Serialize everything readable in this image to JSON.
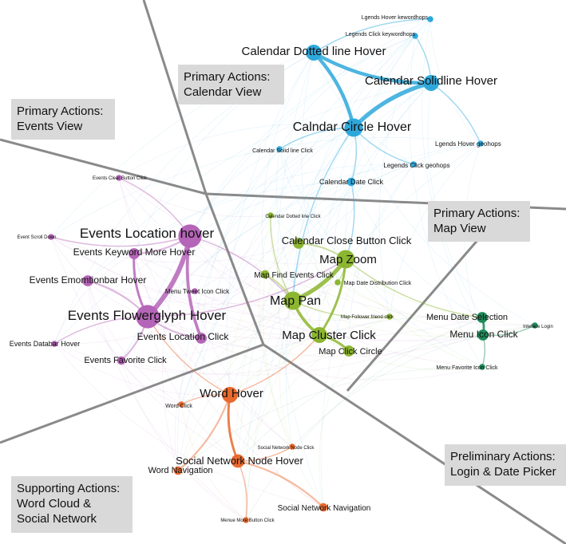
{
  "groups": {
    "calendar": {
      "label_lines": [
        "Primary Actions:",
        "Calendar View"
      ],
      "color": "#2ea8db"
    },
    "events": {
      "label_lines": [
        "Primary Actions:",
        "Events View"
      ],
      "color": "#b565b8"
    },
    "map": {
      "label_lines": [
        "Primary Actions:",
        "Map View"
      ],
      "color": "#8cb630"
    },
    "supporting": {
      "label_lines": [
        "Supporting Actions:",
        "Word Cloud &",
        "Social Network"
      ],
      "color": "#e8692e"
    },
    "preliminary": {
      "label_lines": [
        "Preliminary Actions:",
        "Login & Date Picker"
      ],
      "color": "#1f8a5a"
    }
  },
  "nodes": [
    {
      "id": "legends_hover_keywordhops",
      "label": "Lgends Hover kewordhops",
      "group": "calendar",
      "weight": 1
    },
    {
      "id": "legends_click_keywordhops",
      "label": "Legends Click keywordhops",
      "group": "calendar",
      "weight": 1
    },
    {
      "id": "calendar_dotted_hover",
      "label": "Calendar Dotted line Hover",
      "group": "calendar",
      "weight": 5
    },
    {
      "id": "calendar_solid_hover",
      "label": "Calendar Solidline Hover",
      "group": "calendar",
      "weight": 5
    },
    {
      "id": "calendar_circle_hover",
      "label": "Calndar Circle Hover",
      "group": "calendar",
      "weight": 6
    },
    {
      "id": "legends_hover_geohops",
      "label": "Lgends Hover geohops",
      "group": "calendar",
      "weight": 1
    },
    {
      "id": "calendar_solid_click",
      "label": "Calendar Solid line Click",
      "group": "calendar",
      "weight": 1
    },
    {
      "id": "legends_click_geohops",
      "label": "Legends Click geohops",
      "group": "calendar",
      "weight": 1
    },
    {
      "id": "calendar_date_click",
      "label": "Calendar Date Click",
      "group": "calendar",
      "weight": 2
    },
    {
      "id": "events_clear_button",
      "label": "Events Clear Button Click",
      "group": "events",
      "weight": 1
    },
    {
      "id": "events_scroll_down",
      "label": "Event Scroll Down",
      "group": "events",
      "weight": 1
    },
    {
      "id": "events_location_hover",
      "label": "Events Location hover",
      "group": "events",
      "weight": 8
    },
    {
      "id": "events_keyword_more",
      "label": "Events Keyword More Hover",
      "group": "events",
      "weight": 3
    },
    {
      "id": "events_emotionbar",
      "label": "Events Emomtionbar Hover",
      "group": "events",
      "weight": 3
    },
    {
      "id": "menu_tweet_icon",
      "label": "Menu Tweet Icon Click",
      "group": "events",
      "weight": 1
    },
    {
      "id": "events_flowerglyph",
      "label": "Events Flowerglyph Hover",
      "group": "events",
      "weight": 8
    },
    {
      "id": "events_location_click",
      "label": "Events Location Click",
      "group": "events",
      "weight": 3
    },
    {
      "id": "events_databar",
      "label": "Events Databar Hover",
      "group": "events",
      "weight": 1
    },
    {
      "id": "events_favorite",
      "label": "Events Favorite Click",
      "group": "events",
      "weight": 2
    },
    {
      "id": "calendar_dotted_click",
      "label": "Calendar Dotted line Click",
      "group": "map",
      "weight": 1
    },
    {
      "id": "calendar_close_button",
      "label": "Calendar Close Button Click",
      "group": "map",
      "weight": 3
    },
    {
      "id": "map_zoom",
      "label": "Map Zoom",
      "group": "map",
      "weight": 6
    },
    {
      "id": "map_find_events",
      "label": "Map Find Events Click",
      "group": "map",
      "weight": 2
    },
    {
      "id": "map_date_distribution",
      "label": "Map Date Distribution Click",
      "group": "map",
      "weight": 1
    },
    {
      "id": "map_pan",
      "label": "Map Pan",
      "group": "map",
      "weight": 6
    },
    {
      "id": "map_follower_friend",
      "label": "Map Follower friend click",
      "group": "map",
      "weight": 1
    },
    {
      "id": "map_cluster_click",
      "label": "Map Cluster Click",
      "group": "map",
      "weight": 5
    },
    {
      "id": "map_click_circle",
      "label": "Map Click Circle",
      "group": "map",
      "weight": 3
    },
    {
      "id": "menu_date_selection",
      "label": "Menu Date Selection",
      "group": "preliminary",
      "weight": 3
    },
    {
      "id": "interface_login",
      "label": "Inteface Login",
      "group": "preliminary",
      "weight": 1
    },
    {
      "id": "menu_icon_click",
      "label": "Menu Icon Click",
      "group": "preliminary",
      "weight": 3
    },
    {
      "id": "menu_favorite_icon",
      "label": "Menu Favorite Icon Click",
      "group": "preliminary",
      "weight": 1
    },
    {
      "id": "word_hover",
      "label": "Word Hover",
      "group": "supporting",
      "weight": 5
    },
    {
      "id": "word_click",
      "label": "Word Click",
      "group": "supporting",
      "weight": 1
    },
    {
      "id": "social_network_node_click",
      "label": "Social Network Node Click",
      "group": "supporting",
      "weight": 1
    },
    {
      "id": "social_network_node_hover",
      "label": "Social Network Node Hover",
      "group": "supporting",
      "weight": 4
    },
    {
      "id": "word_navigation",
      "label": "Word Navigation",
      "group": "supporting",
      "weight": 2
    },
    {
      "id": "social_network_navigation",
      "label": "Social Network Navigation",
      "group": "supporting",
      "weight": 2
    },
    {
      "id": "menue_more_button",
      "label": "Menue More Button Click",
      "group": "supporting",
      "weight": 1
    }
  ],
  "edges": [
    {
      "source": "calendar_dotted_hover",
      "target": "calendar_solid_hover",
      "weight": 5
    },
    {
      "source": "calendar_dotted_hover",
      "target": "calendar_circle_hover",
      "weight": 5
    },
    {
      "source": "calendar_solid_hover",
      "target": "calendar_circle_hover",
      "weight": 6
    },
    {
      "source": "calendar_dotted_hover",
      "target": "legends_hover_keywordhops",
      "weight": 1
    },
    {
      "source": "calendar_solid_hover",
      "target": "legends_click_keywordhops",
      "weight": 1
    },
    {
      "source": "calendar_circle_hover",
      "target": "calendar_date_click",
      "weight": 1
    },
    {
      "source": "calendar_circle_hover",
      "target": "calendar_solid_click",
      "weight": 1
    },
    {
      "source": "calendar_solid_hover",
      "target": "legends_hover_geohops",
      "weight": 1
    },
    {
      "source": "calendar_circle_hover",
      "target": "legends_click_geohops",
      "weight": 1
    },
    {
      "source": "calendar_date_click",
      "target": "map_zoom",
      "weight": 1
    },
    {
      "source": "calendar_circle_hover",
      "target": "map_pan",
      "weight": 1
    },
    {
      "source": "events_location_hover",
      "target": "events_flowerglyph",
      "weight": 7
    },
    {
      "source": "events_location_hover",
      "target": "events_location_click",
      "weight": 4
    },
    {
      "source": "events_flowerglyph",
      "target": "events_keyword_more",
      "weight": 3
    },
    {
      "source": "events_flowerglyph",
      "target": "events_emotionbar",
      "weight": 2
    },
    {
      "source": "events_flowerglyph",
      "target": "events_favorite",
      "weight": 2
    },
    {
      "source": "events_flowerglyph",
      "target": "events_location_click",
      "weight": 2
    },
    {
      "source": "events_location_hover",
      "target": "events_keyword_more",
      "weight": 2
    },
    {
      "source": "events_flowerglyph",
      "target": "events_databar",
      "weight": 1
    },
    {
      "source": "events_location_hover",
      "target": "events_scroll_down",
      "weight": 1
    },
    {
      "source": "events_location_hover",
      "target": "events_clear_button",
      "weight": 1
    },
    {
      "source": "events_location_hover",
      "target": "map_pan",
      "weight": 1
    },
    {
      "source": "events_flowerglyph",
      "target": "map_zoom",
      "weight": 1
    },
    {
      "source": "map_zoom",
      "target": "map_pan",
      "weight": 6
    },
    {
      "source": "map_pan",
      "target": "map_cluster_click",
      "weight": 4
    },
    {
      "source": "map_zoom",
      "target": "map_cluster_click",
      "weight": 3
    },
    {
      "source": "map_zoom",
      "target": "calendar_close_button",
      "weight": 2
    },
    {
      "source": "map_cluster_click",
      "target": "map_click_circle",
      "weight": 3
    },
    {
      "source": "map_pan",
      "target": "map_find_events",
      "weight": 2
    },
    {
      "source": "map_zoom",
      "target": "map_date_distribution",
      "weight": 1
    },
    {
      "source": "map_pan",
      "target": "map_follower_friend",
      "weight": 1
    },
    {
      "source": "map_pan",
      "target": "calendar_dotted_click",
      "weight": 1
    },
    {
      "source": "map_zoom",
      "target": "menu_date_selection",
      "weight": 1
    },
    {
      "source": "menu_date_selection",
      "target": "menu_icon_click",
      "weight": 3
    },
    {
      "source": "menu_icon_click",
      "target": "interface_login",
      "weight": 1
    },
    {
      "source": "menu_icon_click",
      "target": "menu_favorite_icon",
      "weight": 1
    },
    {
      "source": "word_hover",
      "target": "social_network_node_hover",
      "weight": 3
    },
    {
      "source": "word_hover",
      "target": "word_navigation",
      "weight": 2
    },
    {
      "source": "word_hover",
      "target": "word_click",
      "weight": 1
    },
    {
      "source": "social_network_node_hover",
      "target": "social_network_navigation",
      "weight": 2
    },
    {
      "source": "social_network_node_hover",
      "target": "social_network_node_click",
      "weight": 1
    },
    {
      "source": "social_network_node_hover",
      "target": "menue_more_button",
      "weight": 1
    },
    {
      "source": "word_hover",
      "target": "map_cluster_click",
      "weight": 1
    },
    {
      "source": "word_hover",
      "target": "events_flowerglyph",
      "weight": 1
    }
  ]
}
